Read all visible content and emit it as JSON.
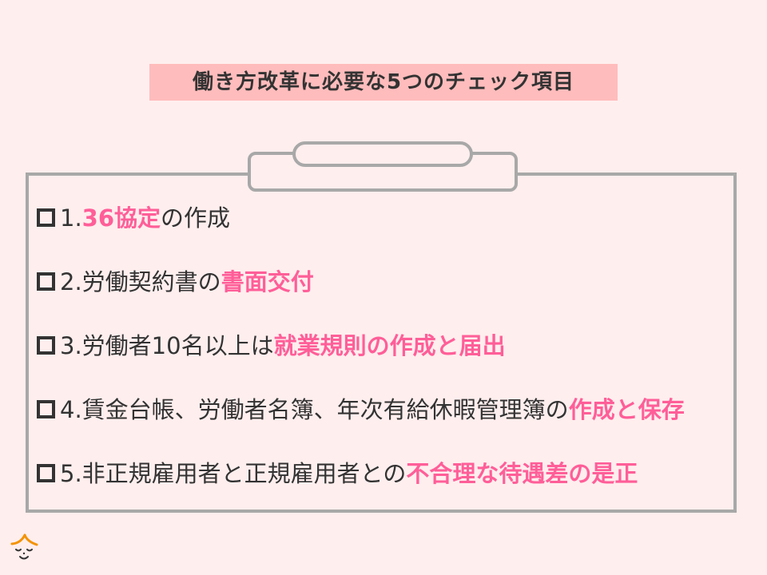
{
  "title": "働き方改革に必要な5つのチェック項目",
  "items": [
    {
      "num": "1.",
      "highlight": "36協定",
      "rest": "の作成"
    },
    {
      "num": "2.",
      "text": "労働契約書の",
      "highlight": "書面交付"
    },
    {
      "num": "3.",
      "text": "労働者10名以上は",
      "highlight": "就業規則の作成と届出"
    },
    {
      "num": "4.",
      "text": "賃金台帳、労働者名簿、年次有給休暇管理簿の",
      "highlight": "作成と保存"
    },
    {
      "num": "5.",
      "text": "非正規雇用者と正規雇用者との",
      "highlight": "不合理な待遇差の是正"
    }
  ],
  "colors": {
    "accent": "#ff5e98",
    "background": "#ffeeee",
    "title_bg": "#ffbcbc",
    "border": "#a8a8a8"
  }
}
